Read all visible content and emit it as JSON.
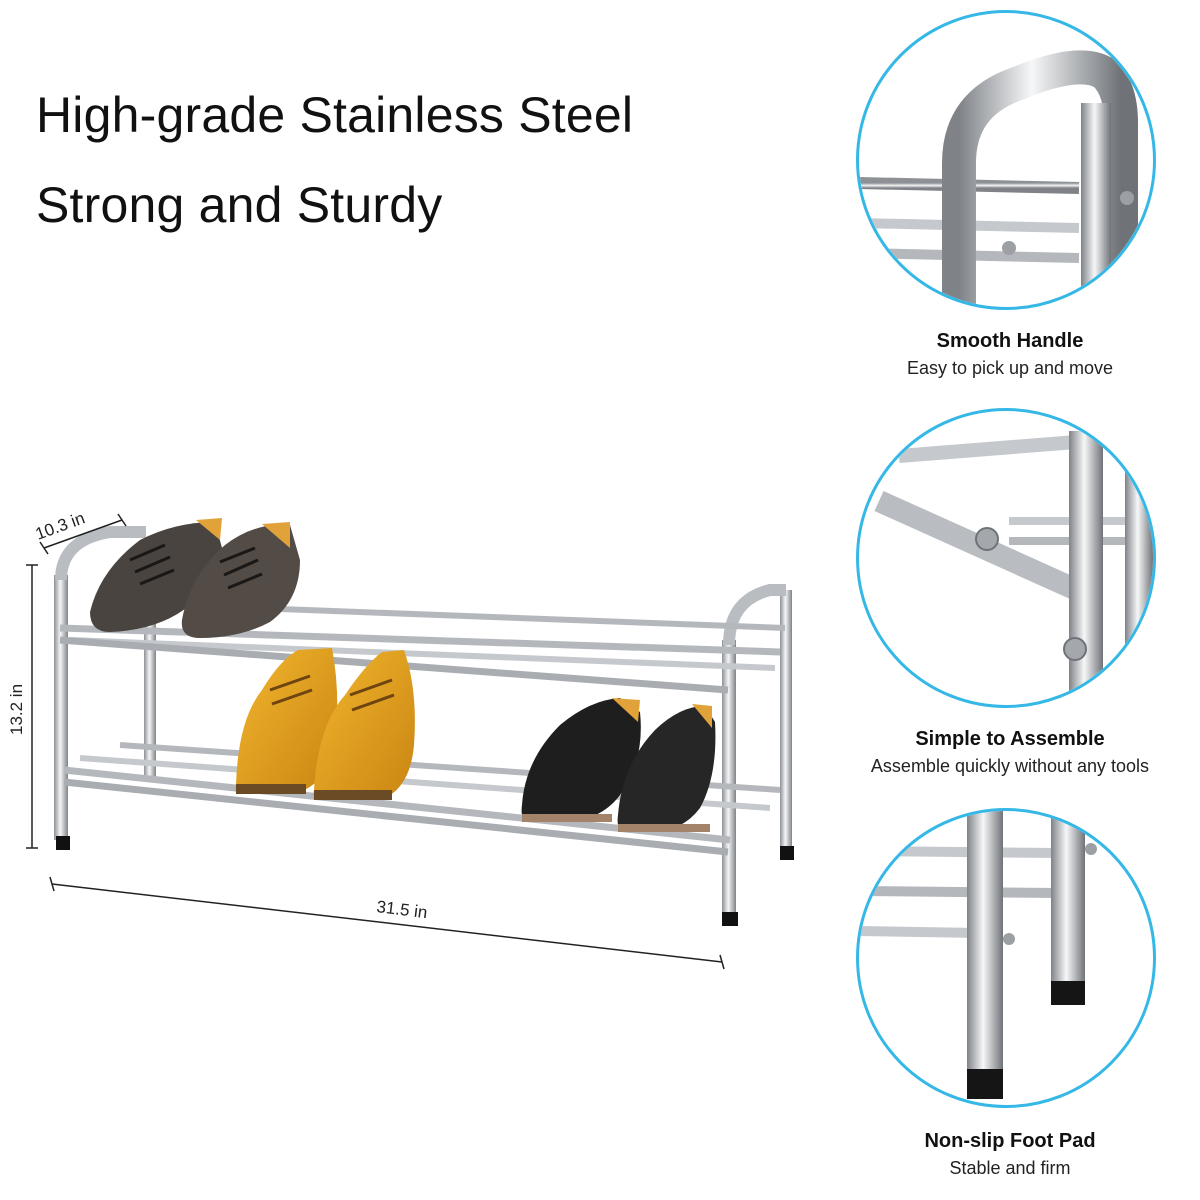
{
  "headline": {
    "line1": "High-grade Stainless Steel",
    "line2": "Strong and Sturdy"
  },
  "dimensions": {
    "depth": "10.3 in",
    "height": "13.2 in",
    "width": "31.5 in"
  },
  "features": [
    {
      "title": "Smooth Handle",
      "subtitle": "Easy to pick up and move"
    },
    {
      "title": "Simple to Assemble",
      "subtitle": "Assemble quickly without any tools"
    },
    {
      "title": "Non-slip Foot Pad",
      "subtitle": "Stable and firm"
    }
  ],
  "colors": {
    "circle_border": "#35b8e6",
    "steel": "#c9ccd0",
    "brown_shoe": "#4a4440",
    "yellow_shoe": "#e8a21c",
    "black_shoe": "#1e1e1e"
  }
}
